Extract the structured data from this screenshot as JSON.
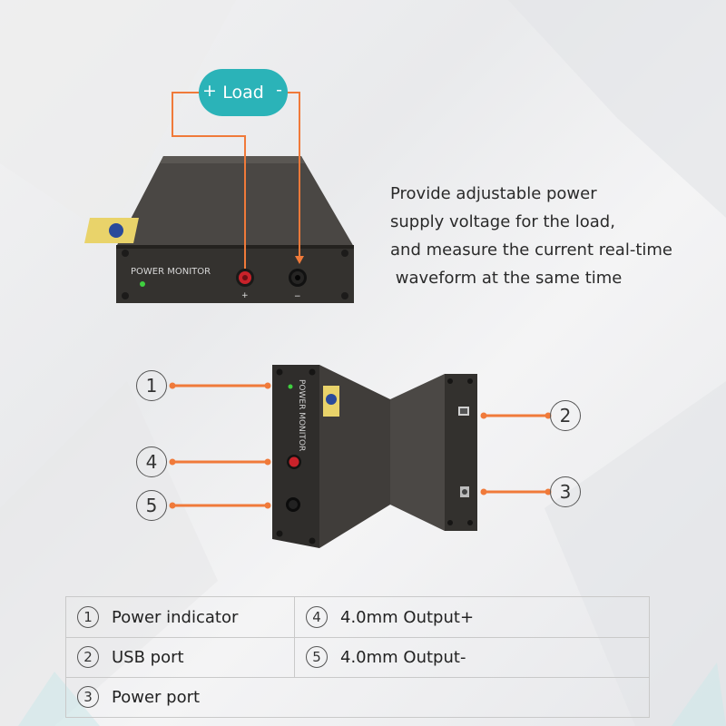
{
  "load": {
    "label": "Load",
    "plus": "+",
    "minus": "-"
  },
  "device_top": {
    "brand_label": "POWER MONITOR",
    "plus_mark": "+",
    "minus_mark": "−"
  },
  "device_side": {
    "brand_label": "POWER MONITOR"
  },
  "description_lines": [
    "Provide adjustable power",
    "supply voltage for the load,",
    "and measure the current real-time",
    " waveform at the same time"
  ],
  "callouts": [
    "1",
    "2",
    "3",
    "4",
    "5"
  ],
  "legend": [
    {
      "num": "1",
      "label": "Power indicator"
    },
    {
      "num": "2",
      "label": "USB port"
    },
    {
      "num": "3",
      "label": "Power port"
    },
    {
      "num": "4",
      "label": "4.0mm Output+"
    },
    {
      "num": "5",
      "label": "4.0mm Output-"
    }
  ],
  "colors": {
    "accent_orange": "#f07a3a",
    "load_teal": "#2bb3b8",
    "device_body": "#3a3836"
  }
}
